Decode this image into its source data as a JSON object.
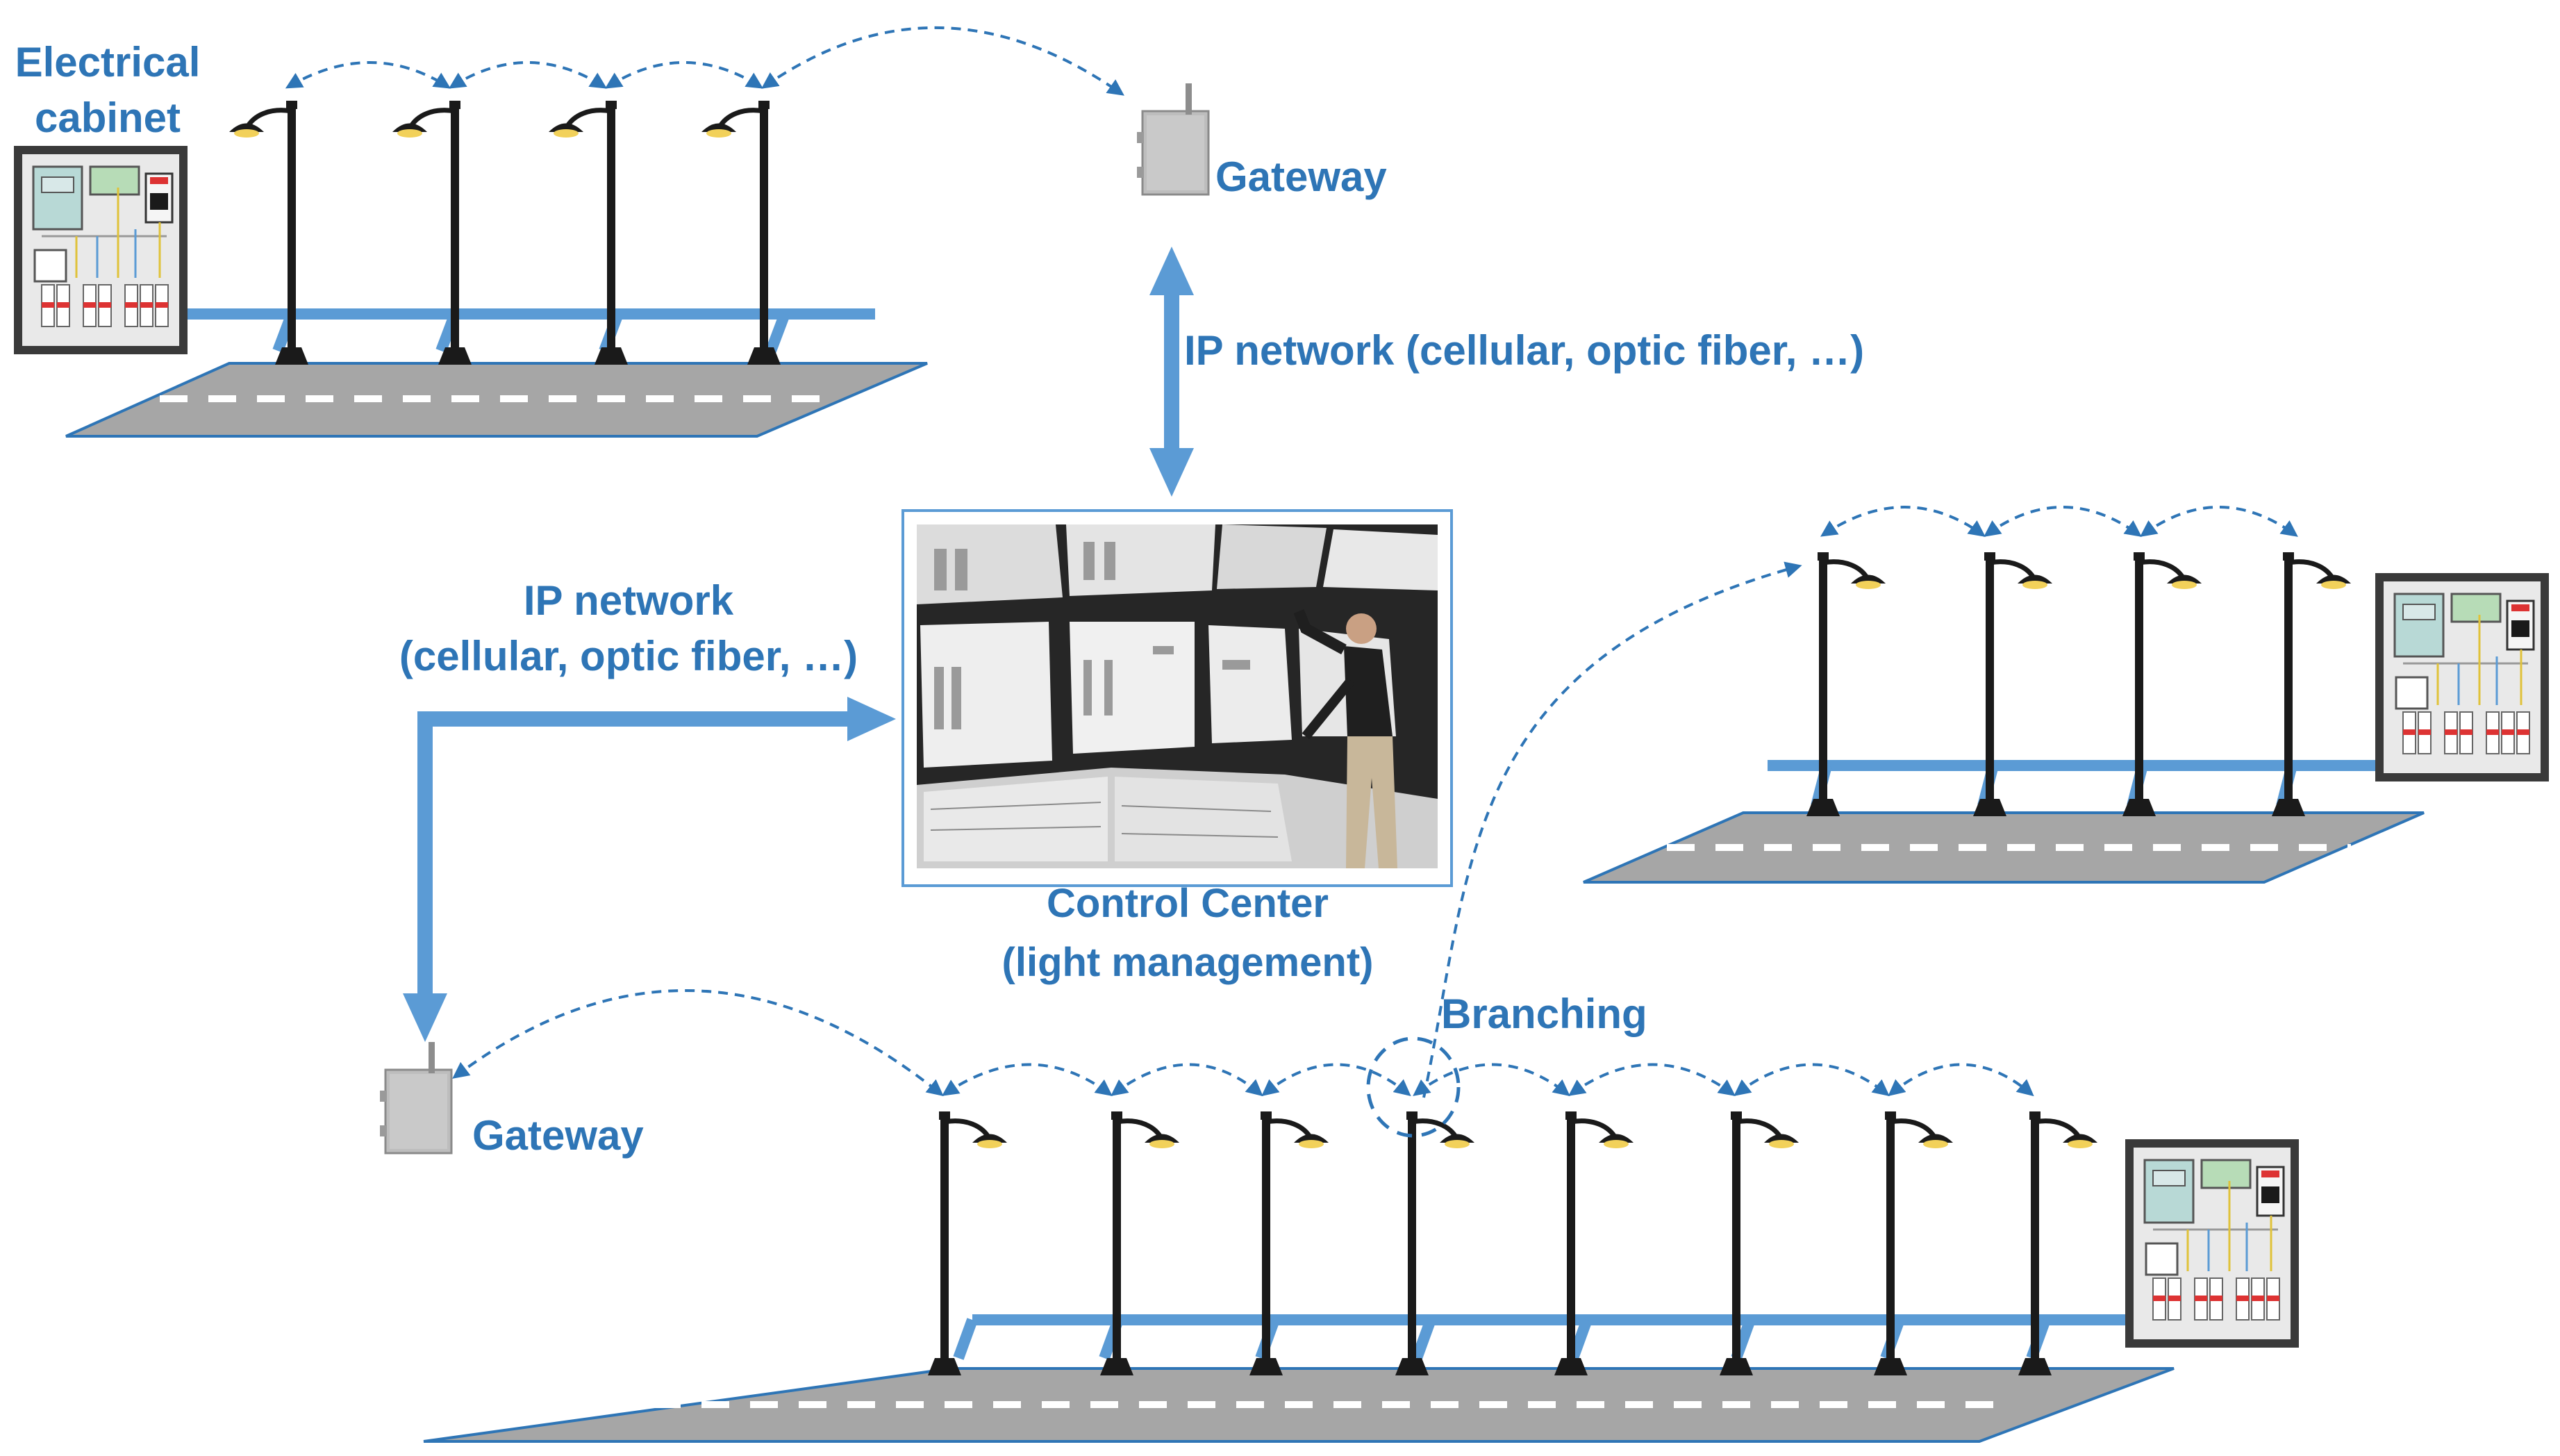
{
  "labels": {
    "electrical_cabinet_line1": "Electrical",
    "electrical_cabinet_line2": "cabinet",
    "gateway_top": "Gateway",
    "gateway_bottom": "Gateway",
    "ip_network_top": "IP network (cellular, optic fiber, …)",
    "ip_network_left_line1": "IP network",
    "ip_network_left_line2": "(cellular, optic fiber, …)",
    "control_center_line1": "Control Center",
    "control_center_line2": "(light management)",
    "branching": "Branching"
  },
  "colors": {
    "accent": "#2E75B6",
    "cable": "#5B9BD5",
    "road": "#A6A6A6",
    "pole": "#1a1a1a"
  },
  "icons": {
    "street_light": "street-lamp-icon",
    "cabinet": "electrical-cabinet-icon",
    "gateway": "gateway-box-icon",
    "control_room": "control-room-photo"
  }
}
